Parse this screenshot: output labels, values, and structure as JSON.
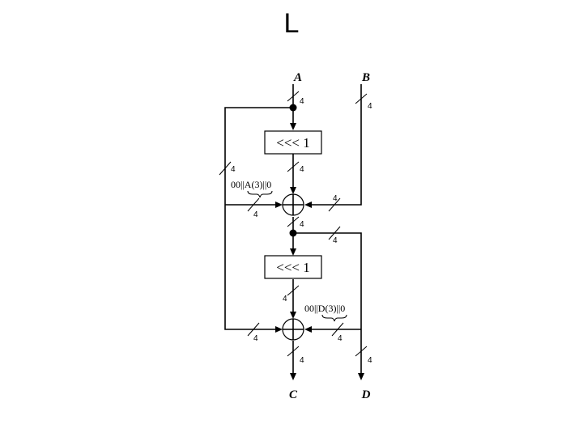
{
  "title": "L",
  "inputs": {
    "a": "A",
    "b": "B"
  },
  "outputs": {
    "c": "C",
    "d": "D"
  },
  "rotate_label": "<<< 1",
  "const_top": "00||A(3)||0",
  "const_bottom": "00||D(3)||0",
  "bus_width": "4"
}
